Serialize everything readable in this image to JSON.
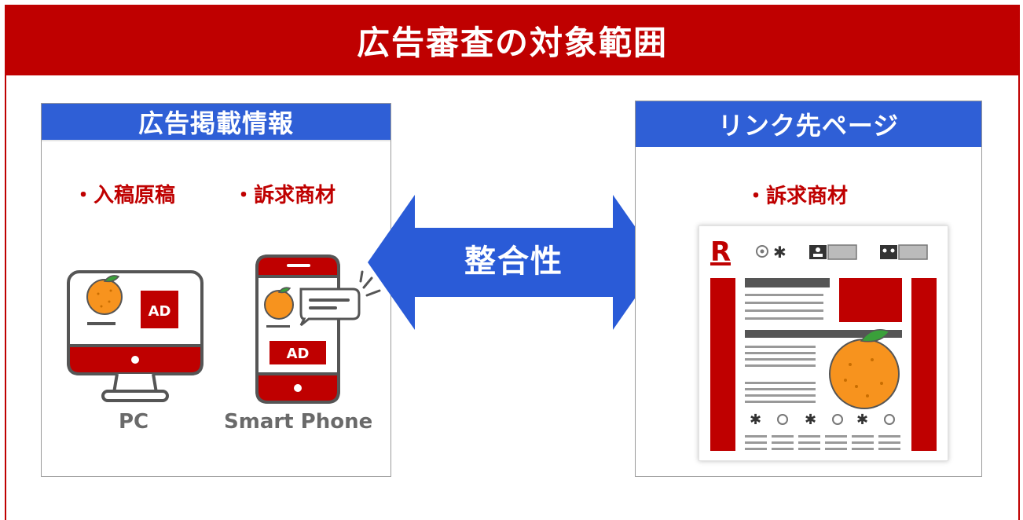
{
  "title": "広告審査の対象範囲",
  "left_panel": {
    "heading": "広告掲載情報",
    "bullets": [
      "・入稿原稿",
      "・訴求商材"
    ],
    "devices": {
      "pc_label": "PC",
      "phone_label": "Smart Phone",
      "ad_badge": "AD"
    }
  },
  "center": {
    "arrow_label": "整合性"
  },
  "right_panel": {
    "heading": "リンク先ページ",
    "bullets": [
      "・訴求商材"
    ],
    "logo_letter": "R"
  },
  "colors": {
    "brand_red": "#bf0000",
    "panel_blue": "#2f5fd6",
    "arrow_blue": "#2a5bd7",
    "orange": "#f7931e"
  }
}
